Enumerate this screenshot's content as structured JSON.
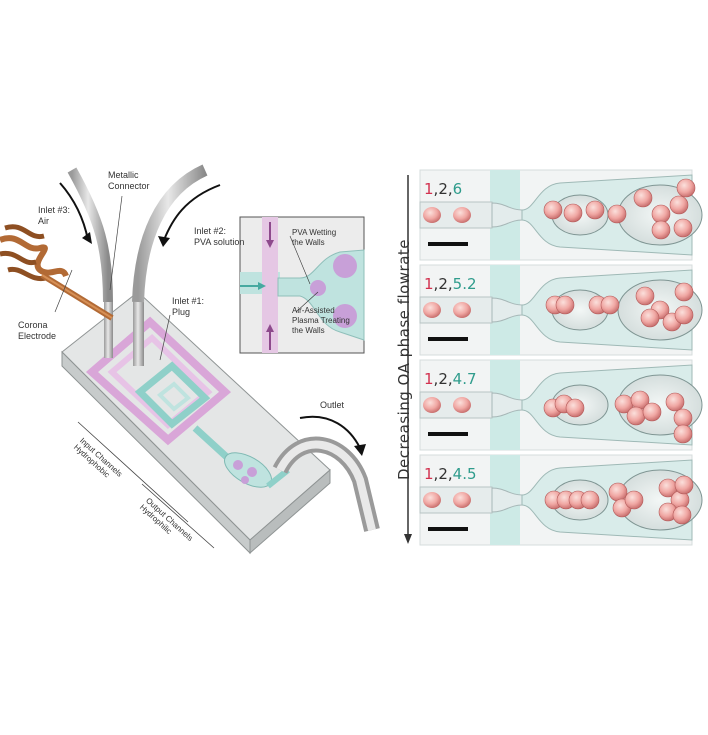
{
  "schematic": {
    "inlet3_label": "Inlet #3:\nAir",
    "connector_label": "Metallic\nConnector",
    "inlet2_label": "Inlet #2:\nPVA solution",
    "corona_label": "Corona\nElectrode",
    "inlet1_label": "Inlet #1:\nPlug",
    "outlet_label": "Outlet",
    "input_channels_label": "Input Channels\nHydrophobic",
    "output_channels_label": "Output Channels\nHydrophilic",
    "inset_wetting_label": "PVA Wetting\nthe Walls",
    "inset_plasma_label": "Air-Assisted\nPlasma Treating\nthe Walls"
  },
  "micrographs": {
    "axis_label": "Decreasing OA phase flowrate",
    "panels": [
      {
        "a": "1",
        "b": "2",
        "c": "6"
      },
      {
        "a": "1",
        "b": "2",
        "c": "5.2"
      },
      {
        "a": "1",
        "b": "2",
        "c": "4.7"
      },
      {
        "a": "1",
        "b": "2",
        "c": "4.5"
      }
    ]
  },
  "colors": {
    "ratio_first": "#d2314f",
    "ratio_second": "#333333",
    "ratio_third": "#2f9c8c",
    "channel_teal": "#bfe3df",
    "channel_pink": "#e7c3e6",
    "droplet_pink": "#f0a7a3",
    "copper": "#b26a35"
  }
}
